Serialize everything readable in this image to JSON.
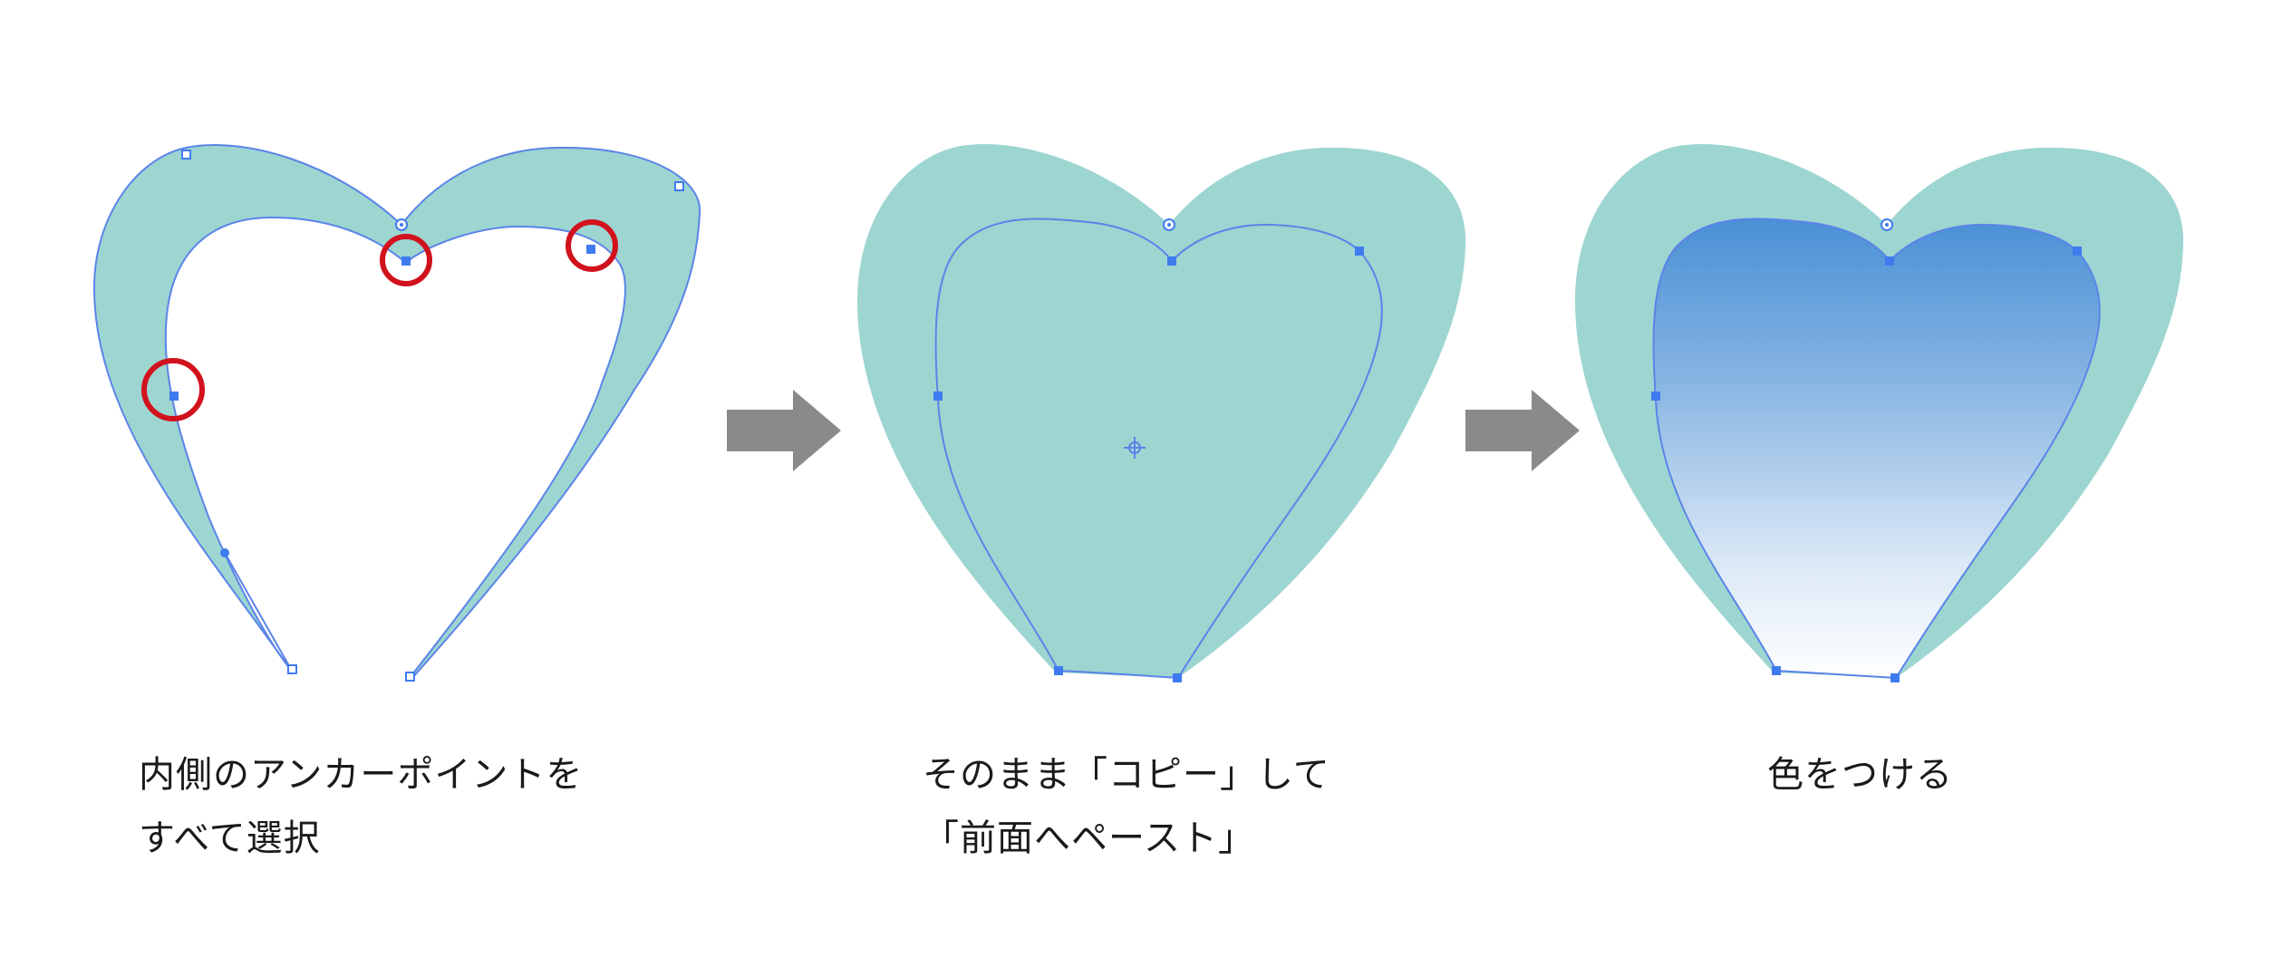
{
  "colors": {
    "heart_fill": "#9dd5d1",
    "path_stroke": "#5b84e8",
    "anchor": "#3f7bef",
    "highlight_ring": "#d1121d",
    "arrow": "#8a8a8a",
    "gradient_top": "#4a90d6",
    "gradient_bottom": "#ffffff",
    "text": "#1a1a1a"
  },
  "steps": [
    {
      "caption_lines": [
        "内側のアンカーポイントを",
        "すべて選択"
      ]
    },
    {
      "caption_lines": [
        "そのまま「コピー」して",
        "「前面へペースト」"
      ]
    },
    {
      "caption_lines": [
        "色をつける"
      ]
    }
  ],
  "arrows": [
    {
      "icon": "arrow-right-icon"
    },
    {
      "icon": "arrow-right-icon"
    }
  ]
}
